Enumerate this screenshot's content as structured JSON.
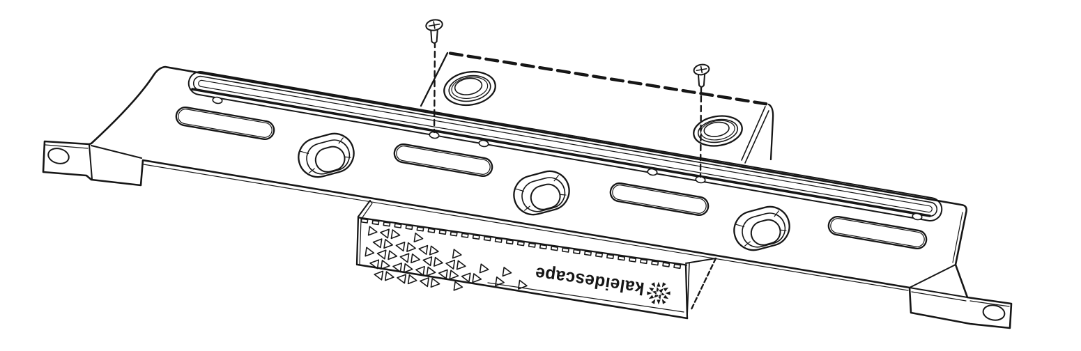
{
  "diagram": {
    "type": "exploded-view installation illustration",
    "brand_text": "kaleidescape",
    "line_color": "#161616",
    "background_color": "#ffffff",
    "parts": {
      "screws": 2,
      "rubber_feet": 2,
      "mounting_ears": 2,
      "bracket_slots": 4,
      "embossed_standoffs": 3,
      "screw_holes": 6
    }
  }
}
